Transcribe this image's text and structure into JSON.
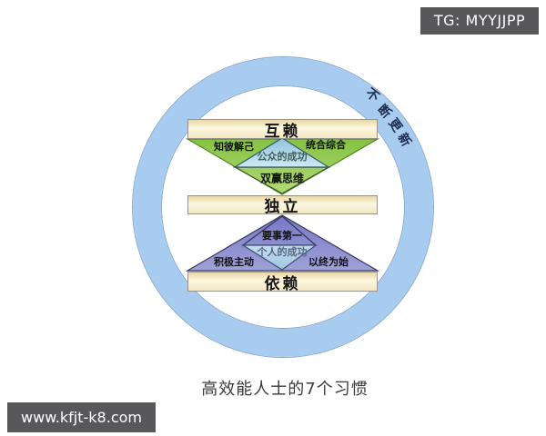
{
  "watermarks": {
    "tg_badge": "TG: MYYJJPP",
    "site_badge": "www.kfjt-k8.com"
  },
  "caption": "高效能人士的7个习惯",
  "diagram": {
    "renewal_label": "不断更新",
    "renewal_chars": [
      "不",
      "断",
      "更",
      "新"
    ],
    "levels": {
      "interdependence": "互赖",
      "independence": "独立",
      "dependence": "依赖"
    },
    "public_victory": {
      "title": "公众的成功",
      "habit_seek_first_to_understand": "知彼解己",
      "habit_synergize": "统合综合",
      "habit_think_win_win": "双赢思维"
    },
    "private_victory": {
      "title": "个人的成功",
      "habit_first_things_first": "要事第一",
      "habit_be_proactive": "积极主动",
      "habit_begin_with_end_in_mind": "以终为始"
    }
  },
  "colors": {
    "ring_blue": "#a8ccef",
    "green_triangle": "#8dc64e",
    "purple_triangle": "#7e80cb",
    "inner_diamond_blue": "#aed2ea",
    "bar_cream": "#fbf3d7",
    "badge_bg": "#58585a",
    "badge_text": "#ffffff"
  }
}
